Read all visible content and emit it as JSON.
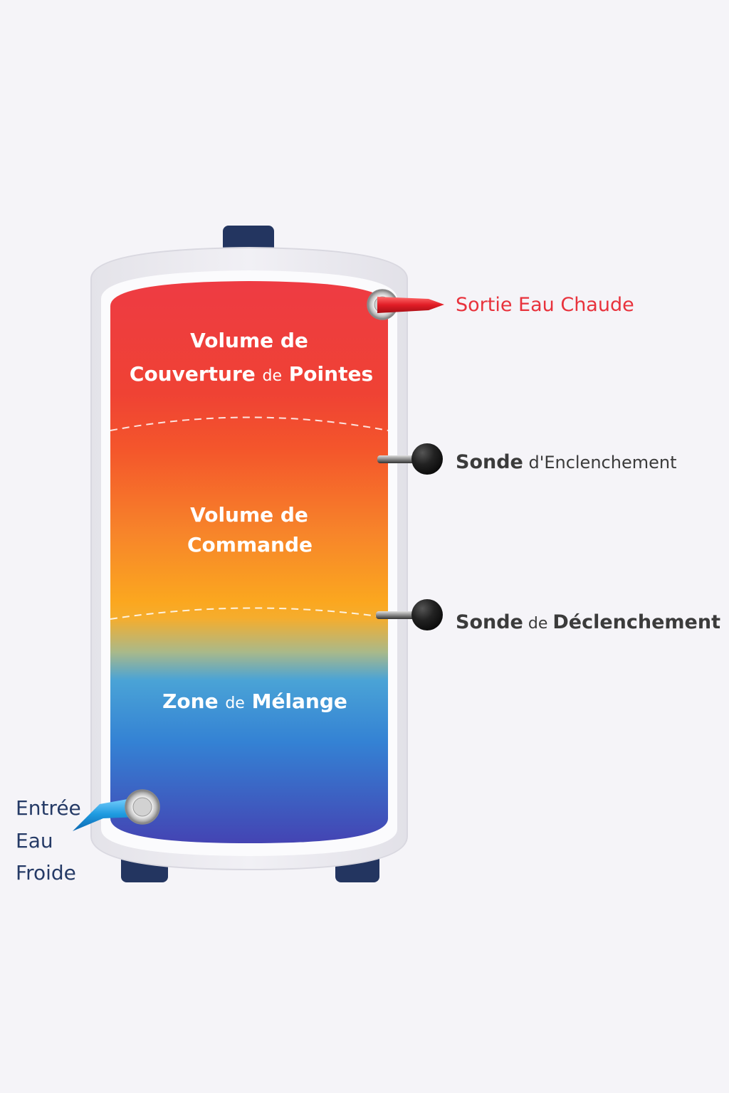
{
  "zones": {
    "peak": {
      "line1": "Volume de",
      "line2_a": "Couverture ",
      "line2_de": "de",
      "line2_b": " Pointes"
    },
    "control": {
      "line1": "Volume de",
      "line2": "Commande"
    },
    "mixing": {
      "part_a": "Zone ",
      "part_de": "de",
      "part_b": " Mélange"
    }
  },
  "labels": {
    "hot_outlet": "Sortie Eau Chaude",
    "sensor_on": {
      "bold": "Sonde",
      "rest": " d'Enclenchement"
    },
    "sensor_off": {
      "bold": "Sonde",
      "de": " de ",
      "rest": "Déclenchement"
    },
    "cold_inlet": {
      "line1": "Entrée",
      "line2": "Eau",
      "line3": "Froide"
    }
  },
  "colors": {
    "hot": "#e8323c",
    "mid": "#f7a21b",
    "cold": "#2f8bd6",
    "deep": "#3d4bb8",
    "label_dark": "#3b3b3b",
    "cold_label": "#253a66",
    "fittings": "#233560"
  },
  "icons": {
    "hot_outlet": "red-pipe-arrow-icon",
    "cold_inlet": "blue-pipe-arrow-icon",
    "sensors": "black-ball-probe-icon"
  }
}
